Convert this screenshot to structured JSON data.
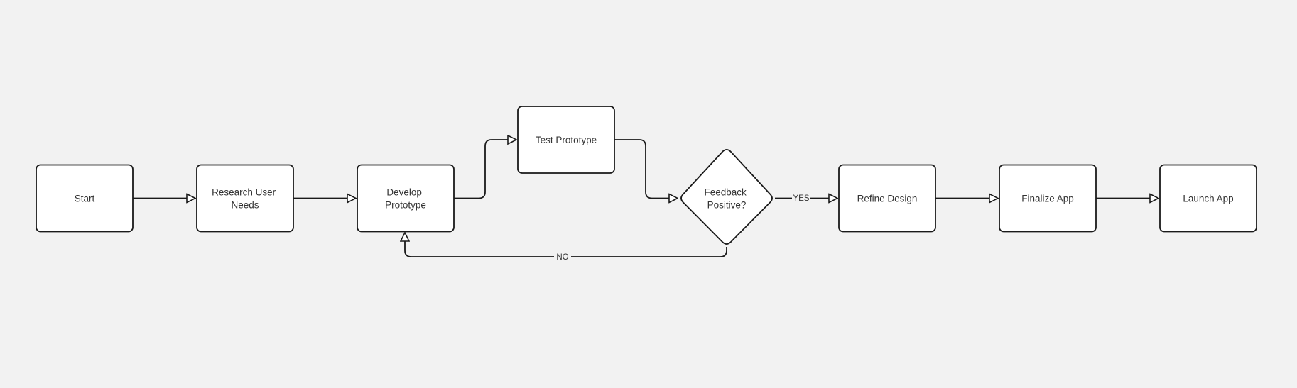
{
  "diagram": {
    "nodes": {
      "start": {
        "label": [
          "Start"
        ]
      },
      "research": {
        "label": [
          "Research User",
          "Needs"
        ]
      },
      "develop": {
        "label": [
          "Develop",
          "Prototype"
        ]
      },
      "test": {
        "label": [
          "Test Prototype"
        ]
      },
      "feedback": {
        "label": [
          "Feedback",
          "Positive?"
        ]
      },
      "refine": {
        "label": [
          "Refine Design"
        ]
      },
      "finalize": {
        "label": [
          "Finalize App"
        ]
      },
      "launch": {
        "label": [
          "Launch App"
        ]
      }
    },
    "edges": [
      {
        "from": "start",
        "to": "research",
        "label": ""
      },
      {
        "from": "research",
        "to": "develop",
        "label": ""
      },
      {
        "from": "develop",
        "to": "test",
        "label": ""
      },
      {
        "from": "test",
        "to": "feedback",
        "label": ""
      },
      {
        "from": "feedback",
        "to": "refine",
        "label": "YES"
      },
      {
        "from": "feedback",
        "to": "develop",
        "label": "NO"
      },
      {
        "from": "refine",
        "to": "finalize",
        "label": ""
      },
      {
        "from": "finalize",
        "to": "launch",
        "label": ""
      }
    ]
  },
  "colors": {
    "background": "#f2f2f2",
    "node_fill": "#ffffff",
    "stroke": "#1a1a1a",
    "text": "#333333"
  }
}
